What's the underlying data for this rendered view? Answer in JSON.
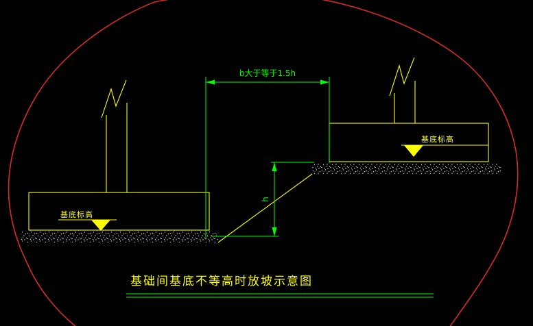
{
  "drawing": {
    "title": "基础间基底不等高时放坡示意图",
    "dim_b_label": "b大于等于1.5h",
    "dim_h_label": "h",
    "elevation_label_left": "基底标高",
    "elevation_label_right": "基底标高"
  },
  "colors": {
    "background": "#000000",
    "drawing_yellow": "#FFFF00",
    "dimension_green": "#00FF00",
    "boundary_red": "#C92B2B",
    "stipple_gray": "#C8C8C8"
  }
}
